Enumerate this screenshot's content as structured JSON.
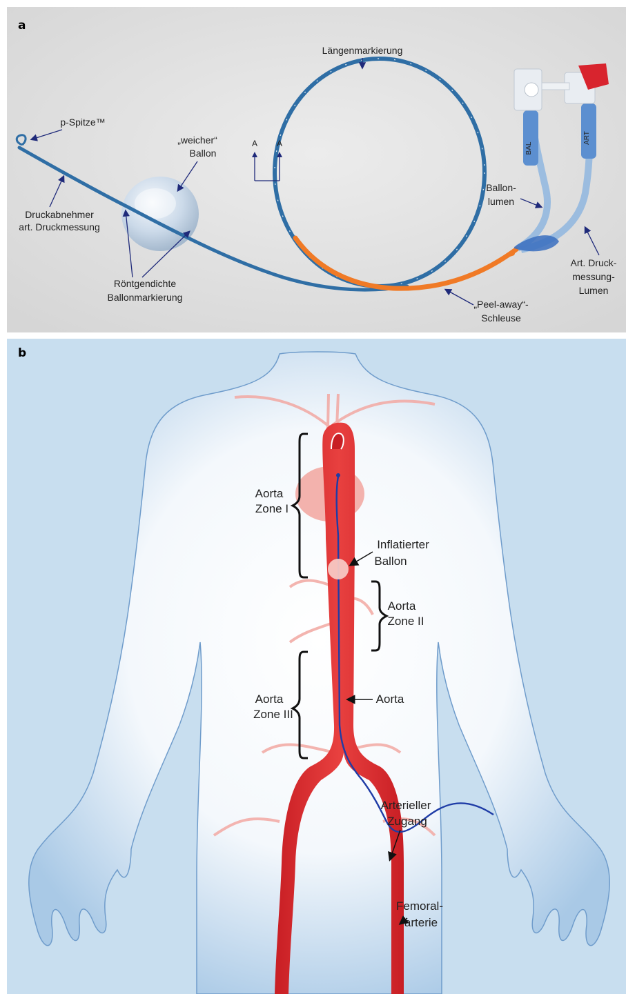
{
  "panel_a": {
    "letter": "a",
    "labels": {
      "laengenmarkierung": "Längenmarkierung",
      "p_spitze": "p-Spitze™",
      "weicher_1": "„weicher“",
      "weicher_2": "Ballon",
      "druck_1": "Druckabnehmer",
      "druck_2": "art. Druckmessung",
      "roentgen_1": "Röntgendichte",
      "roentgen_2": "Ballonmarkierung",
      "marker_a1": "A",
      "marker_a2": "A",
      "ballon_lumen_1": "Ballon-",
      "ballon_lumen_2": "lumen",
      "art_lumen_1": "Art. Druck-",
      "art_lumen_2": "messung-",
      "art_lumen_3": "Lumen",
      "peel_1": "„Peel-away“-",
      "peel_2": "Schleuse",
      "tag_bal": "BAL",
      "tag_art": "ART"
    }
  },
  "panel_b": {
    "letter": "b",
    "labels": {
      "zone1_1": "Aorta",
      "zone1_2": "Zone I",
      "ballon_1": "Inflatierter",
      "ballon_2": "Ballon",
      "zone2_1": "Aorta",
      "zone2_2": "Zone II",
      "zone3_1": "Aorta",
      "zone3_2": "Zone III",
      "aorta": "Aorta",
      "zugang_1": "Arterieller",
      "zugang_2": "Zugang",
      "femoral_1": "Femoral-",
      "femoral_2": "arterie"
    }
  },
  "colors": {
    "catheter_blue": "#2f6ea5",
    "sheath_orange": "#f07a26",
    "artery_red": "#d8262b",
    "body_blue": "#a9c9e6",
    "arrow_navy": "#1f2a7a"
  }
}
